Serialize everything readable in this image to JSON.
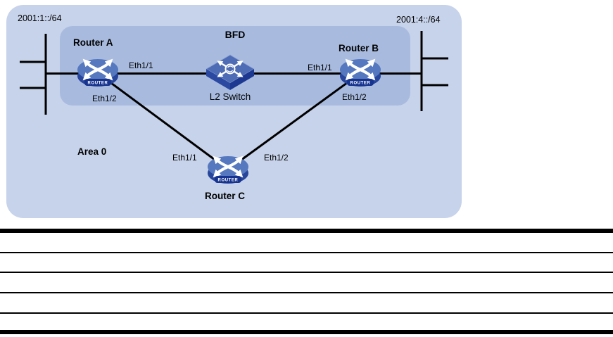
{
  "figure": {
    "outer_region": {
      "label": "Area 0",
      "bg": "#c7d3ea"
    },
    "inner_region": {
      "label": "BFD",
      "bg": "#a8bbdf"
    },
    "subnet_left": "2001:1::/64",
    "subnet_right": "2001:4::/64",
    "devices": {
      "router_a": {
        "name": "Router A",
        "badge": "ROUTER",
        "port_top": "Eth1/1",
        "port_bottom": "Eth1/2"
      },
      "router_b": {
        "name": "Router B",
        "badge": "ROUTER",
        "port_top": "Eth1/1",
        "port_bottom": "Eth1/2"
      },
      "router_c": {
        "name": "Router C",
        "badge": "ROUTER",
        "port_left": "Eth1/1",
        "port_right": "Eth1/2"
      },
      "l2_switch": {
        "name": "L2 Switch"
      }
    },
    "colors": {
      "line": "#000000",
      "router_top": "#5578be",
      "router_side": "#27459b",
      "badge_bg": "#16338f",
      "switch_top": "#4e6cb5",
      "switch_left": "#2b49a1",
      "switch_right": "#1d3890"
    }
  },
  "table": {
    "row_count": 5,
    "rows": [
      "",
      "",
      "",
      "",
      ""
    ]
  }
}
